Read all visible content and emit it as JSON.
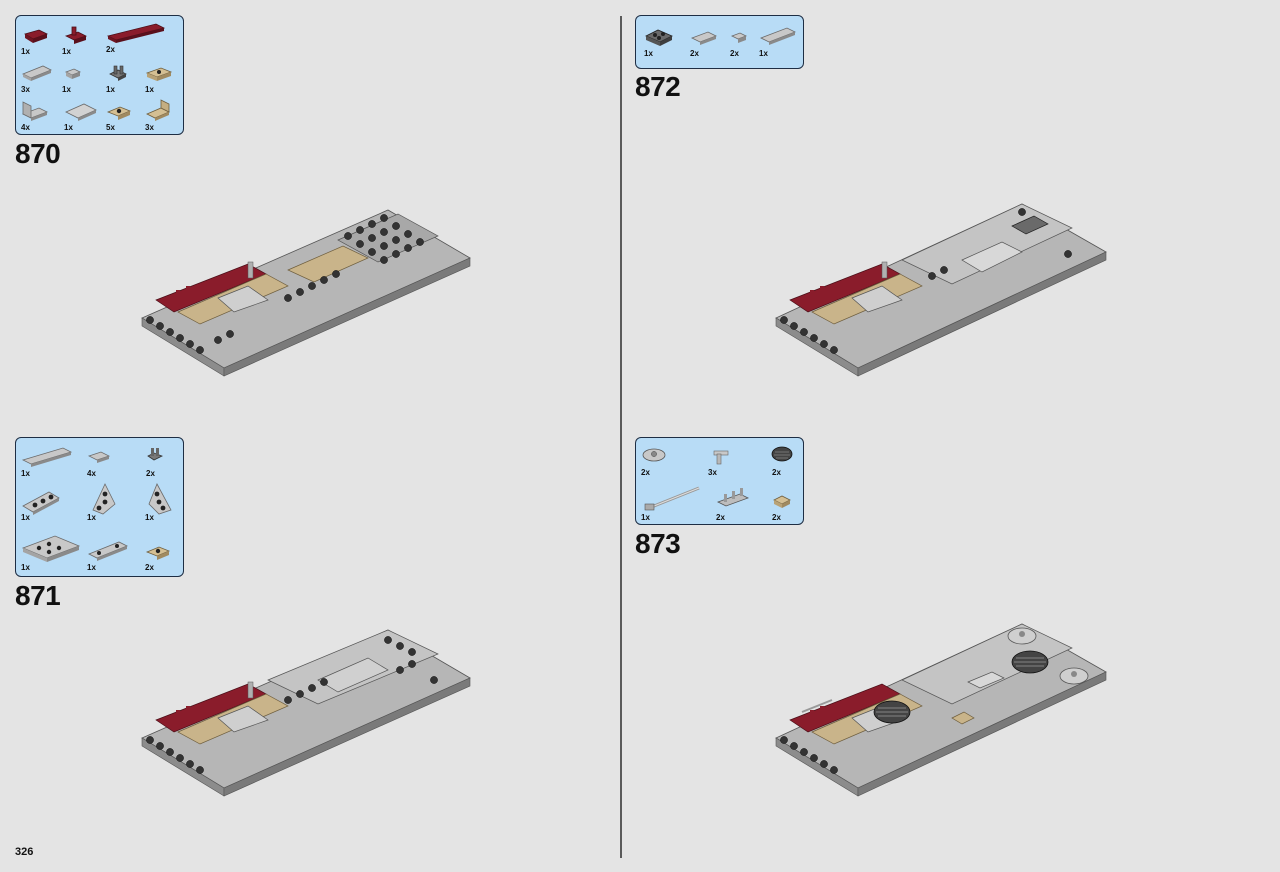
{
  "page": {
    "number": "326"
  },
  "steps": [
    {
      "number": "870",
      "parts": [
        {
          "qty": "1x",
          "icon": "dark-red-plate-1x2-icon"
        },
        {
          "qty": "1x",
          "icon": "dark-red-clip-plate-icon"
        },
        {
          "qty": "2x",
          "icon": "dark-red-tile-1x6-icon"
        },
        {
          "qty": "3x",
          "icon": "gray-tile-1x3-icon"
        },
        {
          "qty": "1x",
          "icon": "gray-tile-1x1-icon"
        },
        {
          "qty": "1x",
          "icon": "dark-gray-clip-icon"
        },
        {
          "qty": "1x",
          "icon": "tan-plate-1x2-icon"
        },
        {
          "qty": "4x",
          "icon": "gray-bracket-icon"
        },
        {
          "qty": "1x",
          "icon": "gray-wedge-icon"
        },
        {
          "qty": "5x",
          "icon": "tan-jumper-plate-icon"
        },
        {
          "qty": "3x",
          "icon": "tan-bracket-icon"
        }
      ]
    },
    {
      "number": "871",
      "parts": [
        {
          "qty": "1x",
          "icon": "gray-tile-1x6-icon"
        },
        {
          "qty": "4x",
          "icon": "gray-tile-1x2-icon"
        },
        {
          "qty": "2x",
          "icon": "dark-gray-clip-icon"
        },
        {
          "qty": "1x",
          "icon": "gray-wedge-plate-icon"
        },
        {
          "qty": "1x",
          "icon": "gray-wing-plate-left-icon"
        },
        {
          "qty": "1x",
          "icon": "gray-wing-plate-right-icon"
        },
        {
          "qty": "1x",
          "icon": "gray-plate-4x6-icon"
        },
        {
          "qty": "1x",
          "icon": "gray-plate-1x4-icon"
        },
        {
          "qty": "2x",
          "icon": "tan-jumper-plate-icon"
        }
      ]
    },
    {
      "number": "872",
      "parts": [
        {
          "qty": "1x",
          "icon": "dark-gray-plate-2x2-icon"
        },
        {
          "qty": "2x",
          "icon": "gray-tile-1x2-icon"
        },
        {
          "qty": "2x",
          "icon": "gray-tile-1x1-icon"
        },
        {
          "qty": "1x",
          "icon": "gray-tile-1x4-icon"
        }
      ]
    },
    {
      "number": "873",
      "parts": [
        {
          "qty": "2x",
          "icon": "gray-round-dish-icon"
        },
        {
          "qty": "3x",
          "icon": "gray-bar-clip-icon"
        },
        {
          "qty": "2x",
          "icon": "dark-gray-grille-round-icon"
        },
        {
          "qty": "1x",
          "icon": "gray-bar-antenna-icon"
        },
        {
          "qty": "2x",
          "icon": "gray-clip-rail-icon"
        },
        {
          "qty": "2x",
          "icon": "tan-tile-1x1-icon"
        }
      ]
    }
  ],
  "colors": {
    "background": "#e4e4e4",
    "parts_box": "#b8dcf6",
    "gray": "#a6a6a6",
    "dark_red": "#8a1c2b",
    "tan": "#c9b48a",
    "dark_gray": "#555555"
  }
}
